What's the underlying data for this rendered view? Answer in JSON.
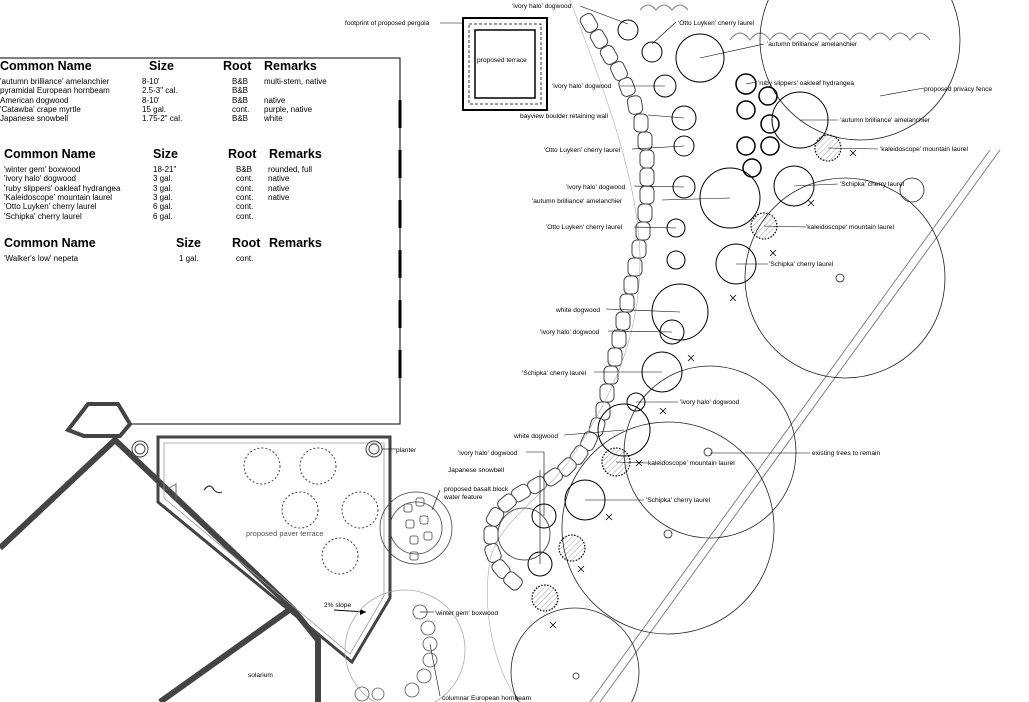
{
  "tables": [
    {
      "headers": [
        "Common Name",
        "Size",
        "Root",
        "Remarks"
      ],
      "rows": [
        [
          "'autumn brilliance' amelanchier",
          "8-10'",
          "B&B",
          "multi-stem, native"
        ],
        [
          "pyramidal European hornbeam",
          "2.5-3\" cal.",
          "B&B",
          ""
        ],
        [
          "American dogwood",
          "8-10'",
          "B&B",
          "native"
        ],
        [
          "'Catawba' crape myrtle",
          "15 gal.",
          "cont.",
          "purple, native"
        ],
        [
          "Japanese snowbell",
          "1.75-2\" cal.",
          "B&B",
          "white"
        ]
      ]
    },
    {
      "headers": [
        "Common Name",
        "Size",
        "Root",
        "Remarks"
      ],
      "rows": [
        [
          "'winter gem' boxwood",
          "18-21\"",
          "B&B",
          "rounded, full"
        ],
        [
          "'ivory halo' dogwood",
          "3 gal.",
          "cont.",
          "native"
        ],
        [
          "'ruby slippers' oakleaf hydrangea",
          "3 gal.",
          "cont.",
          "native"
        ],
        [
          "'Kaleidoscope' mountain laurel",
          "3 gal.",
          "cont.",
          "native"
        ],
        [
          "'Otto Luyken' cherry laurel",
          "6 gal.",
          "cont.",
          ""
        ],
        [
          "'Schipka' cherry laurel",
          "6 gal.",
          "cont.",
          ""
        ]
      ]
    },
    {
      "headers": [
        "Common Name",
        "Size",
        "Root",
        "Remarks"
      ],
      "rows": [
        [
          "'Walker's low' nepeta",
          "1 gal.",
          "cont.",
          ""
        ]
      ]
    }
  ],
  "labels": {
    "pergola": "footprint of proposed pergola",
    "terrace": "proposed terrace",
    "ivory_top": "'ivory halo' dogwood",
    "otto_top": "'Otto Luyken' cherry laurel",
    "autumn_top": "'autumn brilliance' amelanchier",
    "ivory_2": "'ivory halo' dogwood",
    "ruby": "'ruby slippers' oakleaf hydrangea",
    "fence": "proposed privacy fence",
    "wall": "bayview boulder retaining wall",
    "autumn_2": "'autumn brilliance' amelanchier",
    "otto_2": "'Otto Luyken' cherry laurel",
    "kaleido_1": "'kaleidoscope' mountain laurel",
    "ivory_3": "'ivory halo' dogwood",
    "schipka_1": "'Schipka' cherry laurel",
    "autumn_3": "'autumn brilliance' amelanchier",
    "otto_3": "'Otto Luyken' cherry laurel",
    "kaleido_2": "'kaleidoscope' mountain laurel",
    "schipka_2": "'Schipka' cherry laurel",
    "white_dw_1": "white dogwood",
    "ivory_4": "'ivory halo' dogwood",
    "schipka_3": "'Schipka' cherry laurel",
    "ivory_5": "'ivory halo' dogwood",
    "white_dw_2": "white dogwood",
    "ivory_6": "'ivory halo' dogwood",
    "existing": "existing trees to remain",
    "kaleido_3": "kaleidoscope' mountain laurel",
    "snowbell": "Japanese snowbell",
    "basalt_1": "proposed basalt block",
    "basalt_2": "water feature",
    "schipka_4": "'Schipka' cherry laurel",
    "planter": "planter",
    "paver": "proposed paver terrace",
    "slope": "2% slope",
    "boxwood": "'winter gem' boxwood",
    "solarium": "solarium",
    "hornbeam": "columnar European hornbeam"
  }
}
